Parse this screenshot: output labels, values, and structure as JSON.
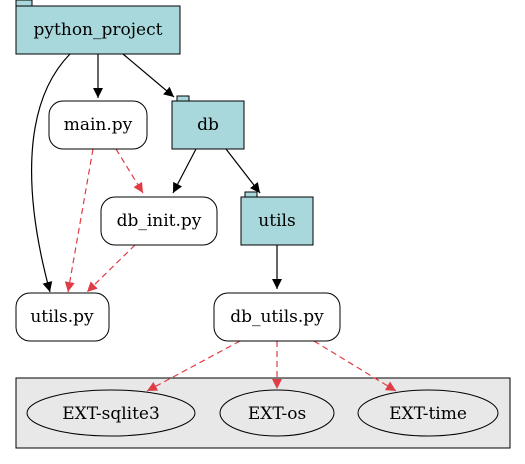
{
  "diagram": {
    "nodes": {
      "python_project": {
        "label": "python_project",
        "kind": "folder"
      },
      "main_py": {
        "label": "main.py",
        "kind": "file"
      },
      "db": {
        "label": "db",
        "kind": "folder"
      },
      "db_init_py": {
        "label": "db_init.py",
        "kind": "file"
      },
      "utils_folder": {
        "label": "utils",
        "kind": "folder"
      },
      "utils_py": {
        "label": "utils.py",
        "kind": "file"
      },
      "db_utils_py": {
        "label": "db_utils.py",
        "kind": "file"
      },
      "ext_sqlite3": {
        "label": "EXT-sqlite3",
        "kind": "external"
      },
      "ext_os": {
        "label": "EXT-os",
        "kind": "external"
      },
      "ext_time": {
        "label": "EXT-time",
        "kind": "external"
      }
    },
    "edges": [
      {
        "from": "python_project",
        "to": "main_py",
        "style": "contains"
      },
      {
        "from": "python_project",
        "to": "db",
        "style": "contains"
      },
      {
        "from": "python_project",
        "to": "utils_py",
        "style": "contains"
      },
      {
        "from": "db",
        "to": "db_init_py",
        "style": "contains"
      },
      {
        "from": "db",
        "to": "utils_folder",
        "style": "contains"
      },
      {
        "from": "utils_folder",
        "to": "db_utils_py",
        "style": "contains"
      },
      {
        "from": "main_py",
        "to": "db_init_py",
        "style": "import"
      },
      {
        "from": "main_py",
        "to": "utils_py",
        "style": "import"
      },
      {
        "from": "db_init_py",
        "to": "utils_py",
        "style": "import"
      },
      {
        "from": "db_utils_py",
        "to": "ext_sqlite3",
        "style": "import"
      },
      {
        "from": "db_utils_py",
        "to": "ext_os",
        "style": "import"
      },
      {
        "from": "db_utils_py",
        "to": "ext_time",
        "style": "import"
      }
    ],
    "colors": {
      "folder_fill": "#a8d8db",
      "import_edge": "#e03c46",
      "contains_edge": "#000000",
      "cluster_fill": "#e8e8e8"
    }
  }
}
